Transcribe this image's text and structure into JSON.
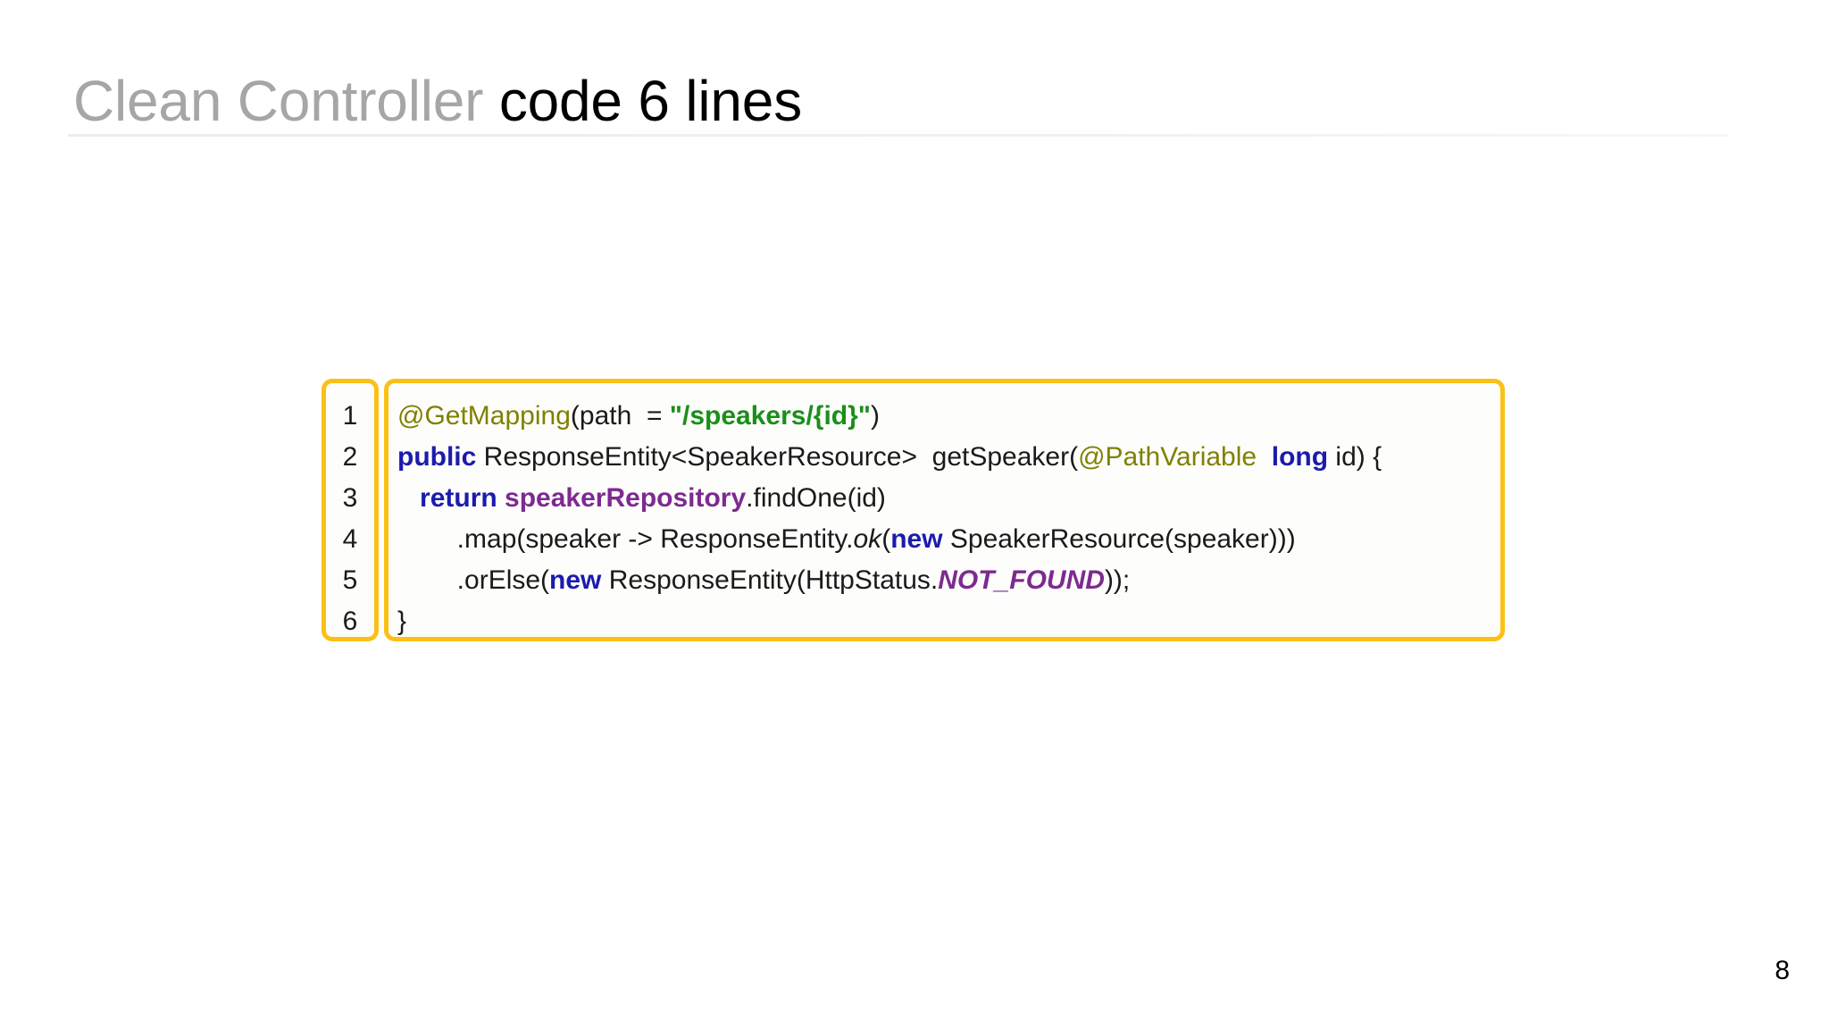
{
  "slide": {
    "title_muted": "Clean Controller",
    "title_strong": " code 6 lines",
    "page_number": "8"
  },
  "code": {
    "line_numbers": [
      "1",
      "2",
      "3",
      "4",
      "5",
      "6"
    ],
    "border_color": "#fbc016",
    "background_color": "#fdfdfb",
    "lines": [
      {
        "number": "1",
        "text": "@GetMapping(path  = \"/speakers/{id}\")",
        "tokens": [
          {
            "t": "@GetMapping",
            "k": "annotation"
          },
          {
            "t": "(path  = ",
            "k": "plain"
          },
          {
            "t": "\"/speakers/{id}\"",
            "k": "string"
          },
          {
            "t": ")",
            "k": "plain"
          }
        ]
      },
      {
        "number": "2",
        "text": "public ResponseEntity<SpeakerResource>  getSpeaker(@PathVariable  long id) {",
        "tokens": [
          {
            "t": "public",
            "k": "keyword"
          },
          {
            "t": " ResponseEntity<SpeakerResource>  getSpeaker(",
            "k": "plain"
          },
          {
            "t": "@PathVariable",
            "k": "annotation"
          },
          {
            "t": "  ",
            "k": "plain"
          },
          {
            "t": "long",
            "k": "keyword"
          },
          {
            "t": " id) {",
            "k": "plain"
          }
        ]
      },
      {
        "number": "3",
        "text": "   return speakerRepository.findOne(id)",
        "tokens": [
          {
            "t": "   ",
            "k": "plain"
          },
          {
            "t": "return",
            "k": "keyword"
          },
          {
            "t": " ",
            "k": "plain"
          },
          {
            "t": "speakerRepository",
            "k": "field"
          },
          {
            "t": ".findOne(id)",
            "k": "plain"
          }
        ]
      },
      {
        "number": "4",
        "text": "        .map(speaker -> ResponseEntity.ok(new SpeakerResource(speaker)))",
        "tokens": [
          {
            "t": "        .map(speaker -> ResponseEntity.",
            "k": "plain"
          },
          {
            "t": "ok",
            "k": "method-it"
          },
          {
            "t": "(",
            "k": "plain"
          },
          {
            "t": "new",
            "k": "keyword"
          },
          {
            "t": " SpeakerResource(speaker)))",
            "k": "plain"
          }
        ]
      },
      {
        "number": "5",
        "text": "        .orElse(new ResponseEntity(HttpStatus.NOT_FOUND));",
        "tokens": [
          {
            "t": "        .orElse(",
            "k": "plain"
          },
          {
            "t": "new",
            "k": "keyword"
          },
          {
            "t": " ResponseEntity(HttpStatus.",
            "k": "plain"
          },
          {
            "t": "NOT_FOUND",
            "k": "const"
          },
          {
            "t": "));",
            "k": "plain"
          }
        ]
      },
      {
        "number": "6",
        "text": "}",
        "tokens": [
          {
            "t": "}",
            "k": "plain"
          }
        ]
      }
    ]
  }
}
